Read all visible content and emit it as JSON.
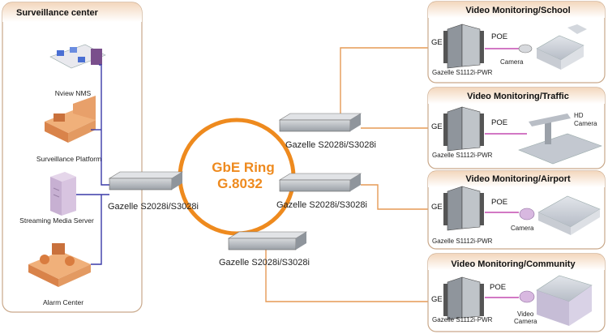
{
  "left_panel": {
    "title": "Surveillance center",
    "items": [
      {
        "label": "Nview NMS"
      },
      {
        "label": "Surveillance Platform"
      },
      {
        "label": "Streaming Media Server"
      },
      {
        "label": "Alarm Center"
      }
    ]
  },
  "ring": {
    "line1": "GbE Ring",
    "line2": "G.8032"
  },
  "core_switches": [
    {
      "label": "Gazelle S2028i/S3028i"
    },
    {
      "label": "Gazelle S2028i/S3028i"
    },
    {
      "label": "Gazelle S2028i/S3028i"
    },
    {
      "label": "Gazelle S2028i/S3028i"
    }
  ],
  "sites": [
    {
      "title": "Video Monitoring/School",
      "ge": "GE",
      "poe": "POE",
      "switch": "Gazelle S1112i-PWR",
      "camera": "Camera"
    },
    {
      "title": "Video Monitoring/Traffic",
      "ge": "GE",
      "poe": "POE",
      "switch": "Gazelle S1112i-PWR",
      "camera_line1": "HD",
      "camera_line2": "Camera"
    },
    {
      "title": "Video Monitoring/Airport",
      "ge": "GE",
      "poe": "POE",
      "switch": "Gazelle S1112i-PWR",
      "camera": "Camera"
    },
    {
      "title": "Video Monitoring/Community",
      "ge": "GE",
      "poe": "POE",
      "switch": "Gazelle S1112i-PWR",
      "camera_line1": "Video",
      "camera_line2": "Camera"
    }
  ],
  "colors": {
    "ring": "#ee8a1e",
    "link": "#e59a55",
    "uplink": "#3a3aa8",
    "poe": "#c44bb0",
    "panel_border": "#c9a88a"
  }
}
